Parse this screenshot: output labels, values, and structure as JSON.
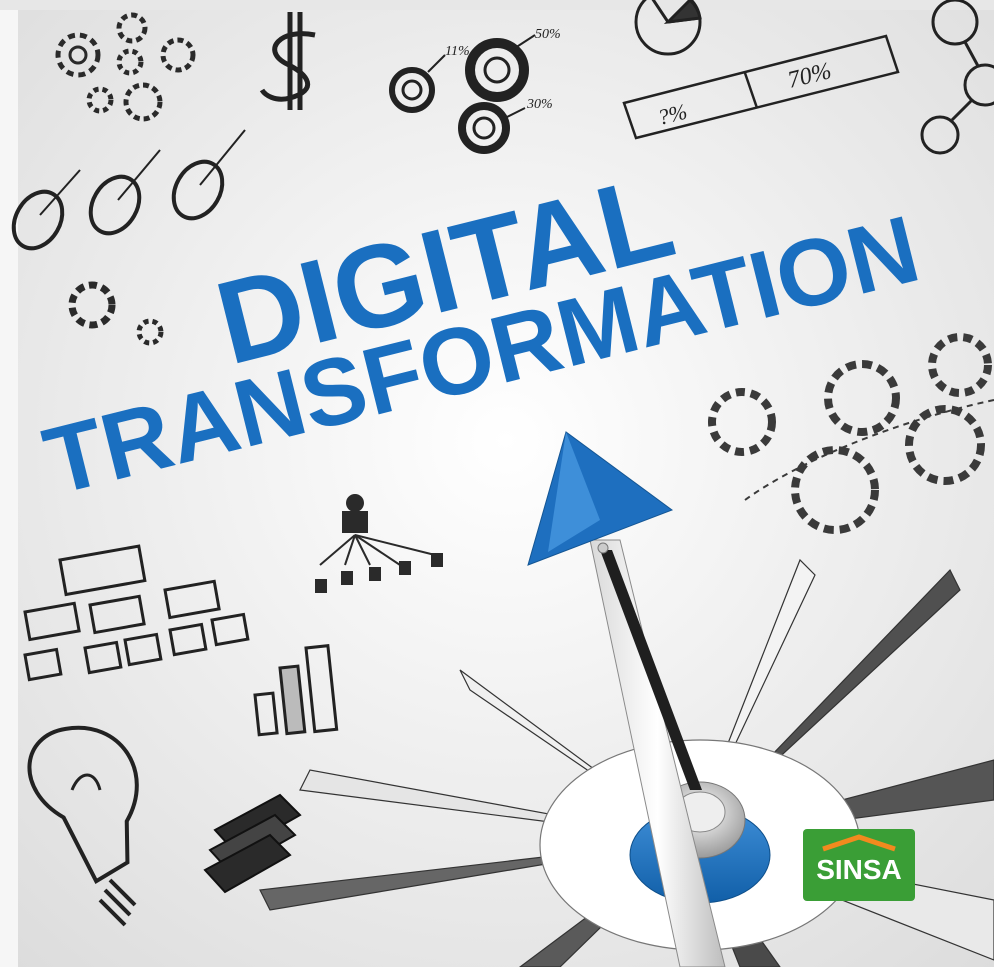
{
  "headline": {
    "line1": "DIGITAL",
    "line2": "TRANSFORMATION",
    "color": "#1a6fc0"
  },
  "sketch_labels": {
    "pct_11": "11%",
    "pct_50": "50%",
    "pct_30": "30%",
    "unknown_pct": "?%",
    "pct_70": "70%"
  },
  "logo": {
    "text": "SINSA",
    "background": "#3a9e36",
    "roof_color": "#f28a1e"
  },
  "icons": [
    "gears-icon",
    "dollar-icon",
    "donut-charts-icon",
    "table-icon",
    "pie-chart-icon",
    "targets-icon",
    "small-gears-icon",
    "gears-right-icon",
    "org-chart-icon",
    "flowchart-icon",
    "bar-chart-icon",
    "lightbulb-icon",
    "money-stack-icon",
    "compass-needle-icon"
  ]
}
